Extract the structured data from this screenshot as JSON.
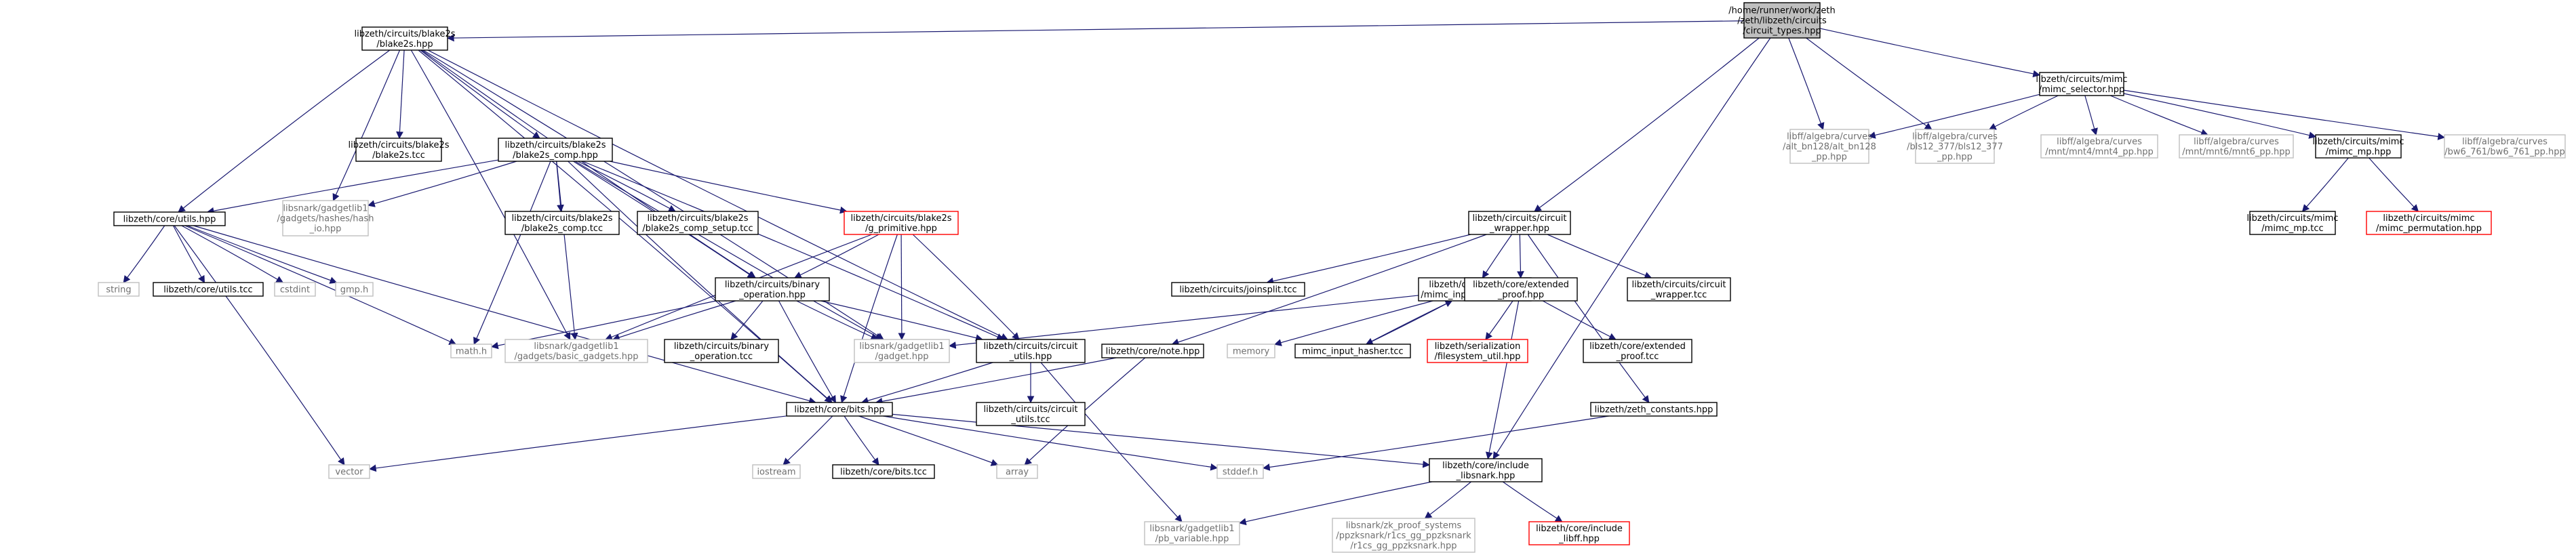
{
  "graph": {
    "colors": {
      "root_fill": "#bfbfbf",
      "node_fill": "#ffffff",
      "node_stroke": "#000000",
      "missing_stroke": "#bfbfbf",
      "error_stroke": "#ff0000",
      "edge_color": "#191970",
      "edge_light": "#b4b4b4"
    },
    "nodes": [
      {
        "id": "root",
        "lines": [
          "/home/runner/work/zeth",
          "/zeth/libzeth/circuits",
          "/circuit_types.hpp"
        ],
        "style": "root"
      },
      {
        "id": "blake2s_hpp",
        "lines": [
          "libzeth/circuits/blake2s",
          "/blake2s.hpp"
        ],
        "style": "normal"
      },
      {
        "id": "mimc_selector",
        "lines": [
          "libzeth/circuits/mimc",
          "/mimc_selector.hpp"
        ],
        "style": "normal"
      },
      {
        "id": "alt_bn128",
        "lines": [
          "libff/algebra/curves",
          "/alt_bn128/alt_bn128",
          "_pp.hpp"
        ],
        "style": "missing"
      },
      {
        "id": "bls12_377",
        "lines": [
          "libff/algebra/curves",
          "/bls12_377/bls12_377",
          "_pp.hpp"
        ],
        "style": "missing"
      },
      {
        "id": "mnt4",
        "lines": [
          "libff/algebra/curves",
          "/mnt/mnt4/mnt4_pp.hpp"
        ],
        "style": "missing"
      },
      {
        "id": "mnt6",
        "lines": [
          "libff/algebra/curves",
          "/mnt/mnt6/mnt6_pp.hpp"
        ],
        "style": "missing"
      },
      {
        "id": "mimc_mp_hpp",
        "lines": [
          "libzeth/circuits/mimc",
          "/mimc_mp.hpp"
        ],
        "style": "normal"
      },
      {
        "id": "bw6_761",
        "lines": [
          "libff/algebra/curves",
          "/bw6_761/bw6_761_pp.hpp"
        ],
        "style": "missing"
      },
      {
        "id": "blake2s_tcc",
        "lines": [
          "libzeth/circuits/blake2s",
          "/blake2s.tcc"
        ],
        "style": "normal"
      },
      {
        "id": "blake2s_comp_hpp",
        "lines": [
          "libzeth/circuits/blake2s",
          "/blake2s_comp.hpp"
        ],
        "style": "normal"
      },
      {
        "id": "hash_io",
        "lines": [
          "libsnark/gadgetlib1",
          "/gadgets/hashes/hash",
          "_io.hpp"
        ],
        "style": "missing"
      },
      {
        "id": "utils_hpp",
        "lines": [
          "libzeth/core/utils.hpp"
        ],
        "style": "normal"
      },
      {
        "id": "blake2s_comp_tcc",
        "lines": [
          "libzeth/circuits/blake2s",
          "/blake2s_comp.tcc"
        ],
        "style": "normal"
      },
      {
        "id": "blake2s_comp_setup",
        "lines": [
          "libzeth/circuits/blake2s",
          "/blake2s_comp_setup.tcc"
        ],
        "style": "normal"
      },
      {
        "id": "g_primitive",
        "lines": [
          "libzeth/circuits/blake2s",
          "/g_primitive.hpp"
        ],
        "style": "error"
      },
      {
        "id": "circuit_wrapper_hpp",
        "lines": [
          "libzeth/circuits/circuit",
          "_wrapper.hpp"
        ],
        "style": "normal"
      },
      {
        "id": "mimc_mp_tcc",
        "lines": [
          "libzeth/circuits/mimc",
          "/mimc_mp.tcc"
        ],
        "style": "normal"
      },
      {
        "id": "mimc_permutation",
        "lines": [
          "libzeth/circuits/mimc",
          "/mimc_permutation.hpp"
        ],
        "style": "error"
      },
      {
        "id": "string",
        "lines": [
          "string"
        ],
        "style": "missing"
      },
      {
        "id": "utils_tcc",
        "lines": [
          "libzeth/core/utils.tcc"
        ],
        "style": "normal"
      },
      {
        "id": "cstdint",
        "lines": [
          "cstdint"
        ],
        "style": "missing"
      },
      {
        "id": "gmp_h",
        "lines": [
          "gmp.h"
        ],
        "style": "missing"
      },
      {
        "id": "binary_operation_hpp",
        "lines": [
          "libzeth/circuits/binary",
          "_operation.hpp"
        ],
        "style": "normal"
      },
      {
        "id": "joinsplit_tcc",
        "lines": [
          "libzeth/circuits/joinsplit.tcc"
        ],
        "style": "normal"
      },
      {
        "id": "mimc_input_hasher_hpp",
        "lines": [
          "libzeth/circuits/mimc",
          "/mimc_input_hasher.hpp"
        ],
        "style": "normal"
      },
      {
        "id": "extended_proof_hpp",
        "lines": [
          "libzeth/core/extended",
          "_proof.hpp"
        ],
        "style": "normal"
      },
      {
        "id": "circuit_wrapper_tcc",
        "lines": [
          "libzeth/circuits/circuit",
          "_wrapper.tcc"
        ],
        "style": "normal"
      },
      {
        "id": "math_h",
        "lines": [
          "math.h"
        ],
        "style": "missing"
      },
      {
        "id": "basic_gadgets",
        "lines": [
          "libsnark/gadgetlib1",
          "/gadgets/basic_gadgets.hpp"
        ],
        "style": "missing"
      },
      {
        "id": "binary_operation_tcc",
        "lines": [
          "libzeth/circuits/binary",
          "_operation.tcc"
        ],
        "style": "normal"
      },
      {
        "id": "gadget_hpp",
        "lines": [
          "libsnark/gadgetlib1",
          "/gadget.hpp"
        ],
        "style": "missing"
      },
      {
        "id": "circuit_utils_hpp",
        "lines": [
          "libzeth/circuits/circuit",
          "_utils.hpp"
        ],
        "style": "normal"
      },
      {
        "id": "note_hpp",
        "lines": [
          "libzeth/core/note.hpp"
        ],
        "style": "normal"
      },
      {
        "id": "memory",
        "lines": [
          "memory"
        ],
        "style": "missing"
      },
      {
        "id": "mimc_input_hasher_tcc",
        "lines": [
          "mimc_input_hasher.tcc"
        ],
        "style": "normal"
      },
      {
        "id": "filesystem_util",
        "lines": [
          "libzeth/serialization",
          "/filesystem_util.hpp"
        ],
        "style": "error"
      },
      {
        "id": "extended_proof_tcc",
        "lines": [
          "libzeth/core/extended",
          "_proof.tcc"
        ],
        "style": "normal"
      },
      {
        "id": "circuit_utils_tcc",
        "lines": [
          "libzeth/circuits/circuit",
          "_utils.tcc"
        ],
        "style": "normal"
      },
      {
        "id": "zeth_constants",
        "lines": [
          "libzeth/zeth_constants.hpp"
        ],
        "style": "normal"
      },
      {
        "id": "bits_hpp",
        "lines": [
          "libzeth/core/bits.hpp"
        ],
        "style": "normal"
      },
      {
        "id": "vector",
        "lines": [
          "vector"
        ],
        "style": "missing"
      },
      {
        "id": "iostream",
        "lines": [
          "iostream"
        ],
        "style": "missing"
      },
      {
        "id": "bits_tcc",
        "lines": [
          "libzeth/core/bits.tcc"
        ],
        "style": "normal"
      },
      {
        "id": "array",
        "lines": [
          "array"
        ],
        "style": "missing"
      },
      {
        "id": "stddef_h",
        "lines": [
          "stddef.h"
        ],
        "style": "missing"
      },
      {
        "id": "include_libsnark",
        "lines": [
          "libzeth/core/include",
          "_libsnark.hpp"
        ],
        "style": "normal"
      },
      {
        "id": "pb_variable",
        "lines": [
          "libsnark/gadgetlib1",
          "/pb_variable.hpp"
        ],
        "style": "missing"
      },
      {
        "id": "r1cs_gg_ppzksnark",
        "lines": [
          "libsnark/zk_proof_systems",
          "/ppzksnark/r1cs_gg_ppzksnark",
          "/r1cs_gg_ppzksnark.hpp"
        ],
        "style": "missing"
      },
      {
        "id": "include_libff",
        "lines": [
          "libzeth/core/include",
          "_libff.hpp"
        ],
        "style": "error"
      }
    ],
    "edges": [
      [
        "root",
        "blake2s_hpp"
      ],
      [
        "root",
        "mimc_selector"
      ],
      [
        "root",
        "alt_bn128"
      ],
      [
        "root",
        "bls12_377"
      ],
      [
        "root",
        "circuit_wrapper_hpp"
      ],
      [
        "root",
        "include_libsnark"
      ],
      [
        "mimc_selector",
        "alt_bn128"
      ],
      [
        "mimc_selector",
        "bls12_377"
      ],
      [
        "mimc_selector",
        "mnt4"
      ],
      [
        "mimc_selector",
        "mnt6"
      ],
      [
        "mimc_selector",
        "mimc_mp_hpp"
      ],
      [
        "mimc_selector",
        "bw6_761"
      ],
      [
        "mimc_mp_hpp",
        "mimc_mp_tcc"
      ],
      [
        "mimc_mp_hpp",
        "mimc_permutation"
      ],
      [
        "blake2s_hpp",
        "blake2s_tcc"
      ],
      [
        "blake2s_hpp",
        "blake2s_comp_hpp"
      ],
      [
        "blake2s_hpp",
        "hash_io"
      ],
      [
        "blake2s_hpp",
        "utils_hpp"
      ],
      [
        "blake2s_hpp",
        "basic_gadgets"
      ],
      [
        "blake2s_hpp",
        "binary_operation_hpp"
      ],
      [
        "blake2s_hpp",
        "gadget_hpp"
      ],
      [
        "blake2s_hpp",
        "circuit_utils_hpp"
      ],
      [
        "blake2s_hpp",
        "bits_hpp"
      ],
      [
        "blake2s_comp_hpp",
        "utils_hpp"
      ],
      [
        "blake2s_comp_hpp",
        "hash_io"
      ],
      [
        "blake2s_comp_hpp",
        "blake2s_comp_tcc"
      ],
      [
        "blake2s_comp_hpp",
        "blake2s_comp_setup"
      ],
      [
        "blake2s_comp_hpp",
        "g_primitive"
      ],
      [
        "blake2s_comp_hpp",
        "math_h"
      ],
      [
        "blake2s_comp_hpp",
        "basic_gadgets"
      ],
      [
        "blake2s_comp_hpp",
        "binary_operation_hpp"
      ],
      [
        "blake2s_comp_hpp",
        "gadget_hpp"
      ],
      [
        "blake2s_comp_hpp",
        "circuit_utils_hpp"
      ],
      [
        "blake2s_comp_hpp",
        "bits_hpp"
      ],
      [
        "utils_hpp",
        "string"
      ],
      [
        "utils_hpp",
        "utils_tcc"
      ],
      [
        "utils_hpp",
        "cstdint"
      ],
      [
        "utils_hpp",
        "gmp_h"
      ],
      [
        "utils_hpp",
        "math_h"
      ],
      [
        "utils_hpp",
        "bits_hpp"
      ],
      [
        "utils_hpp",
        "vector"
      ],
      [
        "g_primitive",
        "basic_gadgets"
      ],
      [
        "g_primitive",
        "binary_operation_hpp"
      ],
      [
        "g_primitive",
        "gadget_hpp"
      ],
      [
        "g_primitive",
        "circuit_utils_hpp"
      ],
      [
        "g_primitive",
        "bits_hpp"
      ],
      [
        "binary_operation_hpp",
        "math_h"
      ],
      [
        "binary_operation_hpp",
        "basic_gadgets"
      ],
      [
        "binary_operation_hpp",
        "binary_operation_tcc"
      ],
      [
        "binary_operation_hpp",
        "gadget_hpp"
      ],
      [
        "binary_operation_hpp",
        "circuit_utils_hpp"
      ],
      [
        "binary_operation_hpp",
        "bits_hpp"
      ],
      [
        "circuit_wrapper_hpp",
        "joinsplit_tcc"
      ],
      [
        "circuit_wrapper_hpp",
        "mimc_input_hasher_hpp"
      ],
      [
        "circuit_wrapper_hpp",
        "extended_proof_hpp"
      ],
      [
        "circuit_wrapper_hpp",
        "circuit_wrapper_tcc"
      ],
      [
        "circuit_wrapper_hpp",
        "note_hpp"
      ],
      [
        "circuit_wrapper_hpp",
        "zeth_constants"
      ],
      [
        "mimc_input_hasher_hpp",
        "gadget_hpp"
      ],
      [
        "mimc_input_hasher_hpp",
        "memory"
      ],
      [
        "mimc_input_hasher_hpp",
        "mimc_input_hasher_tcc"
      ],
      [
        "mimc_input_hasher_tcc",
        "mimc_input_hasher_hpp"
      ],
      [
        "extended_proof_hpp",
        "filesystem_util"
      ],
      [
        "extended_proof_hpp",
        "extended_proof_tcc"
      ],
      [
        "extended_proof_hpp",
        "include_libsnark"
      ],
      [
        "circuit_utils_hpp",
        "circuit_utils_tcc"
      ],
      [
        "circuit_utils_hpp",
        "bits_hpp"
      ],
      [
        "circuit_utils_hpp",
        "pb_variable"
      ],
      [
        "note_hpp",
        "bits_hpp"
      ],
      [
        "note_hpp",
        "array"
      ],
      [
        "zeth_constants",
        "stddef_h"
      ],
      [
        "bits_hpp",
        "vector"
      ],
      [
        "bits_hpp",
        "iostream"
      ],
      [
        "bits_hpp",
        "bits_tcc"
      ],
      [
        "bits_hpp",
        "array"
      ],
      [
        "bits_hpp",
        "stddef_h"
      ],
      [
        "bits_hpp",
        "include_libsnark"
      ],
      [
        "include_libsnark",
        "pb_variable"
      ],
      [
        "include_libsnark",
        "r1cs_gg_ppzksnark"
      ],
      [
        "include_libsnark",
        "include_libff"
      ]
    ]
  }
}
